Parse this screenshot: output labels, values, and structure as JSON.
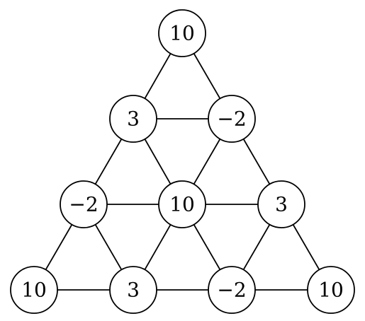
{
  "nodes": [
    {
      "id": "n1",
      "label": "10"
    },
    {
      "id": "n2",
      "label": "3"
    },
    {
      "id": "n3",
      "label": "−2"
    },
    {
      "id": "n4",
      "label": "−2"
    },
    {
      "id": "n5",
      "label": "10"
    },
    {
      "id": "n6",
      "label": "3"
    },
    {
      "id": "n7",
      "label": "10"
    },
    {
      "id": "n8",
      "label": "3"
    },
    {
      "id": "n9",
      "label": "−2"
    },
    {
      "id": "n10",
      "label": "10"
    }
  ],
  "edges": [
    [
      "n1",
      "n2"
    ],
    [
      "n1",
      "n3"
    ],
    [
      "n2",
      "n3"
    ],
    [
      "n2",
      "n4"
    ],
    [
      "n2",
      "n5"
    ],
    [
      "n3",
      "n5"
    ],
    [
      "n3",
      "n6"
    ],
    [
      "n4",
      "n5"
    ],
    [
      "n5",
      "n6"
    ],
    [
      "n4",
      "n7"
    ],
    [
      "n4",
      "n8"
    ],
    [
      "n5",
      "n8"
    ],
    [
      "n5",
      "n9"
    ],
    [
      "n6",
      "n9"
    ],
    [
      "n6",
      "n10"
    ],
    [
      "n7",
      "n8"
    ],
    [
      "n8",
      "n9"
    ],
    [
      "n9",
      "n10"
    ]
  ]
}
